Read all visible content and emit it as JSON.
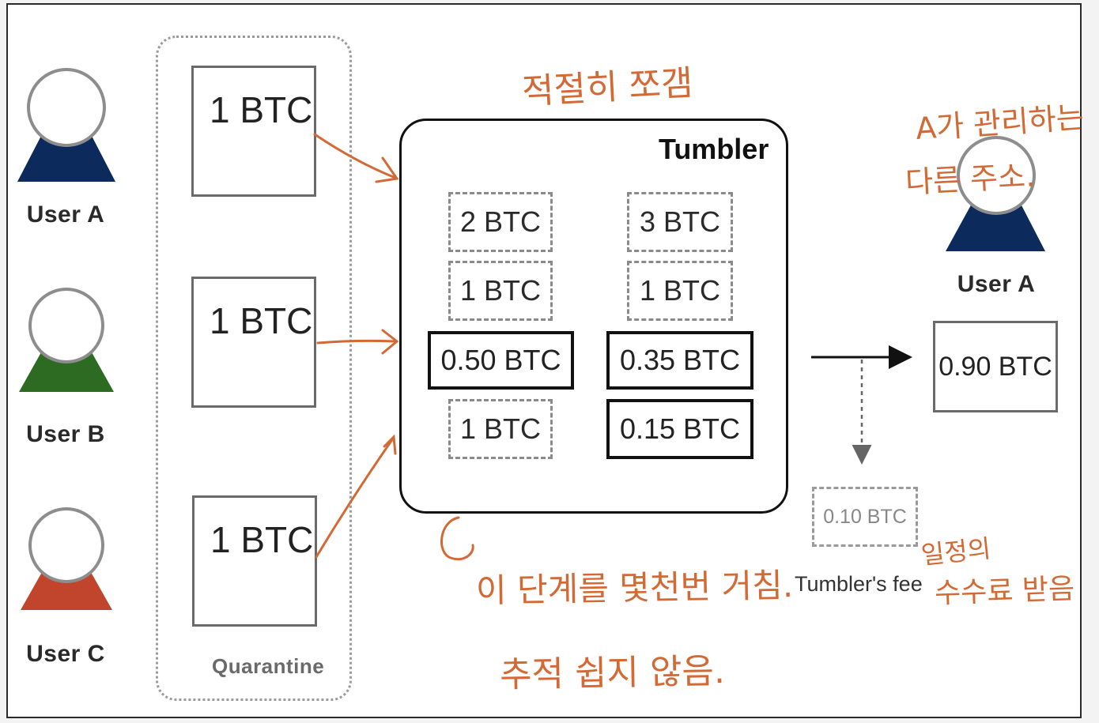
{
  "users": [
    {
      "label": "User A",
      "color": "#0d2a5c"
    },
    {
      "label": "User B",
      "color": "#2e6b22"
    },
    {
      "label": "User C",
      "color": "#c0452c"
    }
  ],
  "quarantine": {
    "label": "Quarantine",
    "boxes": [
      "1 BTC",
      "1 BTC",
      "1 BTC"
    ]
  },
  "tumbler": {
    "title": "Tumbler",
    "dashed_boxes": [
      "2 BTC",
      "3 BTC",
      "1 BTC",
      "1 BTC",
      "1 BTC"
    ],
    "solid_boxes": [
      "0.50 BTC",
      "0.35 BTC",
      "0.15 BTC"
    ]
  },
  "output": {
    "user_label": "User A",
    "user_color": "#0d2a5c",
    "amount": "0.90 BTC"
  },
  "fee": {
    "amount": "0.10 BTC",
    "label": "Tumbler's fee"
  },
  "annotations": {
    "split": "적절히 쪼갬",
    "other_address_1": "A가 관리하는",
    "other_address_2": "다른 주소.",
    "repeat": "이 단계를 몇천번 거침.",
    "fee_1": "일정의",
    "fee_2": "수수료 받음",
    "untraceable": "추적 쉽지 않음.",
    "color": "#d36a35"
  }
}
